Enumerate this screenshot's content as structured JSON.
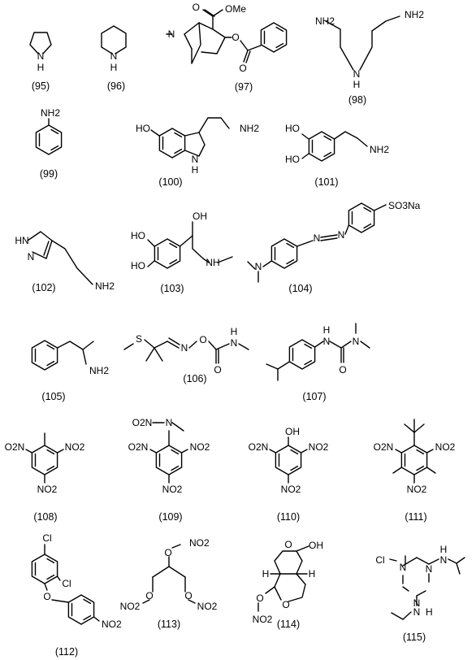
{
  "compounds": [
    {
      "id": "95",
      "label": "(95)",
      "atoms": [
        "N",
        "H"
      ]
    },
    {
      "id": "96",
      "label": "(96)",
      "atoms": [
        "N",
        "H"
      ]
    },
    {
      "id": "97",
      "label": "(97)",
      "atoms": [
        "N",
        "OMe",
        "O",
        "O",
        "O"
      ]
    },
    {
      "id": "98",
      "label": "(98)",
      "atoms": [
        "NH2",
        "NH2",
        "N",
        "H"
      ]
    },
    {
      "id": "99",
      "label": "(99)",
      "atoms": [
        "NH2"
      ]
    },
    {
      "id": "100",
      "label": "(100)",
      "atoms": [
        "HO",
        "NH2",
        "N",
        "H"
      ]
    },
    {
      "id": "101",
      "label": "(101)",
      "atoms": [
        "HO",
        "HO",
        "NH2"
      ]
    },
    {
      "id": "102",
      "label": "(102)",
      "atoms": [
        "HN",
        "N",
        "NH2"
      ]
    },
    {
      "id": "103",
      "label": "(103)",
      "atoms": [
        "HO",
        "HO",
        "OH",
        "NH"
      ]
    },
    {
      "id": "104",
      "label": "(104)",
      "atoms": [
        "N",
        "N",
        "N",
        "SO3Na"
      ]
    },
    {
      "id": "105",
      "label": "(105)",
      "atoms": [
        "NH2"
      ]
    },
    {
      "id": "106",
      "label": "(106)",
      "atoms": [
        "S",
        "N",
        "O",
        "O",
        "H",
        "N"
      ]
    },
    {
      "id": "107",
      "label": "(107)",
      "atoms": [
        "H",
        "N",
        "N",
        "O"
      ]
    },
    {
      "id": "108",
      "label": "(108)",
      "atoms": [
        "O2N",
        "NO2",
        "NO2"
      ]
    },
    {
      "id": "109",
      "label": "(109)",
      "atoms": [
        "O2N",
        "N",
        "O2N",
        "NO2",
        "NO2"
      ]
    },
    {
      "id": "110",
      "label": "(110)",
      "atoms": [
        "OH",
        "O2N",
        "NO2",
        "NO2"
      ]
    },
    {
      "id": "111",
      "label": "(111)",
      "atoms": [
        "O2N",
        "NO2",
        "NO2"
      ]
    },
    {
      "id": "112",
      "label": "(112)",
      "atoms": [
        "Cl",
        "Cl",
        "O",
        "NO2"
      ]
    },
    {
      "id": "113",
      "label": "(113)",
      "atoms": [
        "NO2",
        "O",
        "O",
        "NO2",
        "O",
        "NO2"
      ]
    },
    {
      "id": "114",
      "label": "(114)",
      "atoms": [
        "O",
        "OH",
        "H",
        "H",
        "O",
        "O",
        "NO2"
      ]
    },
    {
      "id": "115",
      "label": "(115)",
      "atoms": [
        "Cl",
        "N",
        "N",
        "N",
        "H",
        "N",
        "N",
        "H"
      ]
    }
  ]
}
